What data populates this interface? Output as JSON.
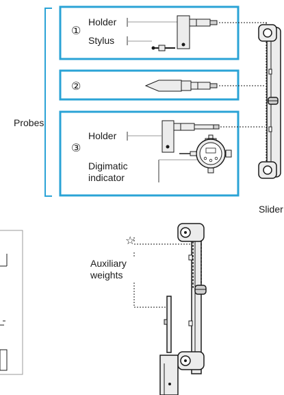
{
  "colors": {
    "frame": "#2aa3d6",
    "bracket": "#2aa3d6",
    "ink": "#1a1a1a",
    "leader": "#9a9a9a",
    "part_light": "#ececec",
    "part_mid": "#cfcfcf"
  },
  "labels": {
    "probes": "Probes",
    "slider": "Slider",
    "auxiliary_line1": "Auxiliary",
    "auxiliary_line2": "weights",
    "star": "☆"
  },
  "probe_1": {
    "number": "①",
    "holder": "Holder",
    "stylus": "Stylus"
  },
  "probe_2": {
    "number": "②"
  },
  "probe_3": {
    "number": "③",
    "holder": "Holder",
    "indicator_line1": "Digimatic",
    "indicator_line2": "indicator"
  }
}
